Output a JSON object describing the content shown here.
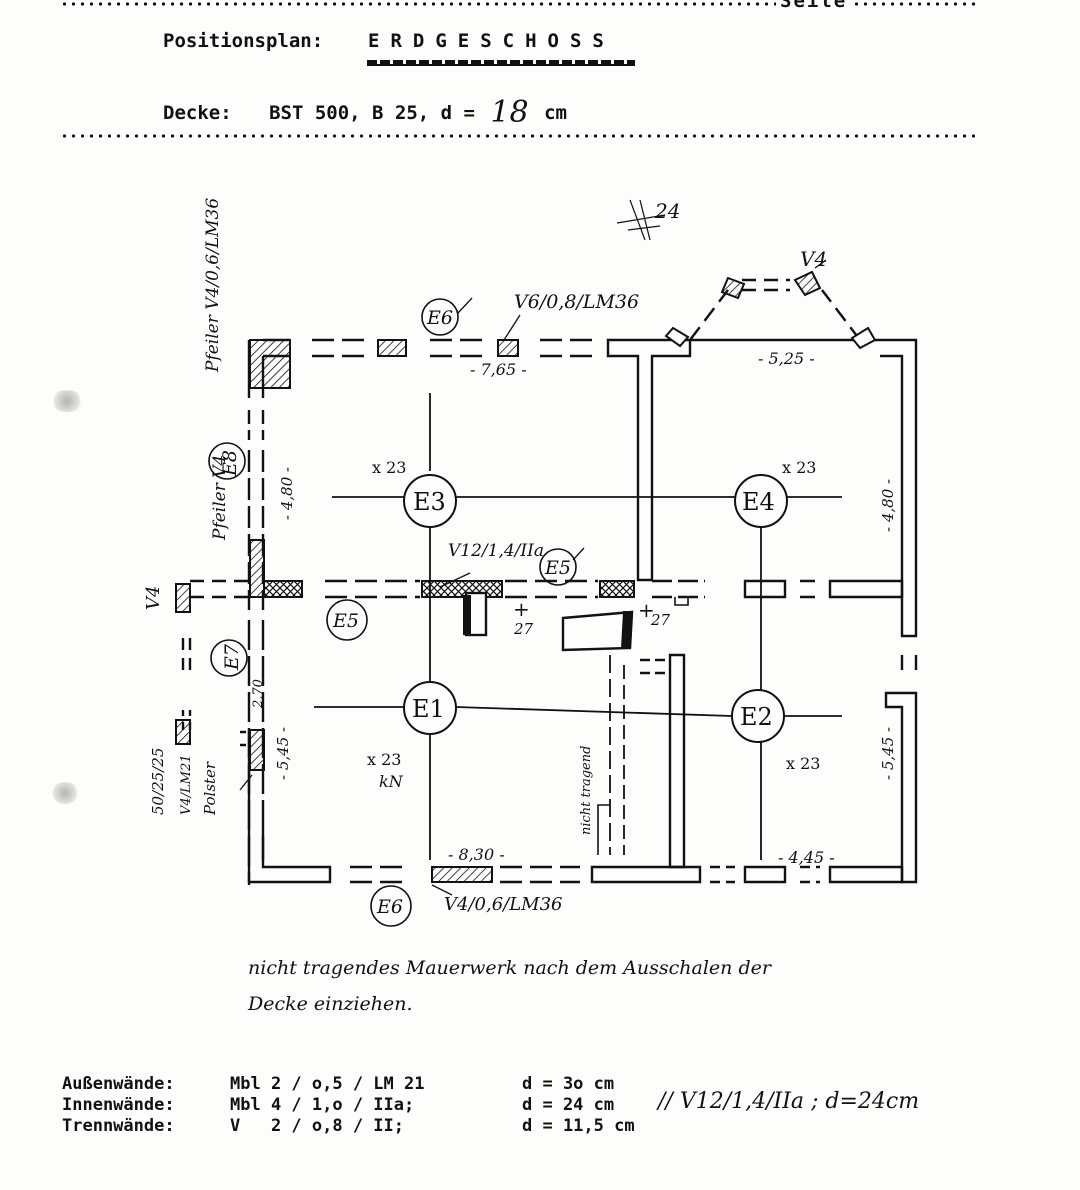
{
  "header": {
    "seite_label": "Seite",
    "title_label": "Positionsplan:",
    "title_value": "ERDGESCHOSS"
  },
  "decke": {
    "label": "Decke:",
    "spec": "BST 500, B 25, d =",
    "d_value": "18",
    "unit": "cm"
  },
  "plan": {
    "marks": {
      "axis_top": "24",
      "v4_top": "V4",
      "v6_top": "V6/0,8/LM36",
      "e6_top": "E6",
      "dim_765": "- 7,65 -",
      "dim_525": "- 5,25 -",
      "pfeiler_top": "Pfeiler V4/0,6/LM36",
      "e8": "E8",
      "dim_480_left": "- 4,80 -",
      "pfeiler_mid": "Pfeiler V4",
      "x23_e3": "x 23",
      "e3": "E3",
      "x23_e4": "x 23",
      "e4": "E4",
      "dim_480_right": "- 4,80 -",
      "v12": "V12/1,4/IIa",
      "e5_right": "E5",
      "v4_left": "V4",
      "e5_left": "E5",
      "plus_27_a": "27",
      "plus_27_b": "27",
      "e7": "E7",
      "dim_270": "2,70",
      "e1": "E1",
      "e2": "E2",
      "x23_e1": "x 23",
      "kn": "kN",
      "x23_e2": "x 23",
      "dim_545_left": "- 5,45 -",
      "dim_545_right": "- 5,45 -",
      "left_stack_1": "50/25/25",
      "left_stack_2": "V4/LM21",
      "left_stack_3": "Polster",
      "nicht_tragend": "nicht tragend",
      "dim_830": "- 8,30 -",
      "dim_445": "- 4,45 -",
      "e6_bottom": "E6",
      "v4_bottom": "V4/0,6/LM36"
    }
  },
  "note": {
    "line1": "nicht tragendes Mauerwerk nach dem Ausschalen der",
    "line2": "Decke einziehen."
  },
  "walls": [
    {
      "label": "Außenwände:",
      "spec": "Mbl 2 / o,5 / LM 21",
      "d": "d = 3o cm",
      "note": ""
    },
    {
      "label": "Innenwände:",
      "spec": "Mbl 4 / 1,o / IIa;",
      "d": "d = 24 cm",
      "note": "// V12/1,4/IIa ; d=24cm"
    },
    {
      "label": "Trennwände:",
      "spec": "V   2 / o,8 / II;",
      "d": "d = 11,5 cm",
      "note": ""
    }
  ]
}
